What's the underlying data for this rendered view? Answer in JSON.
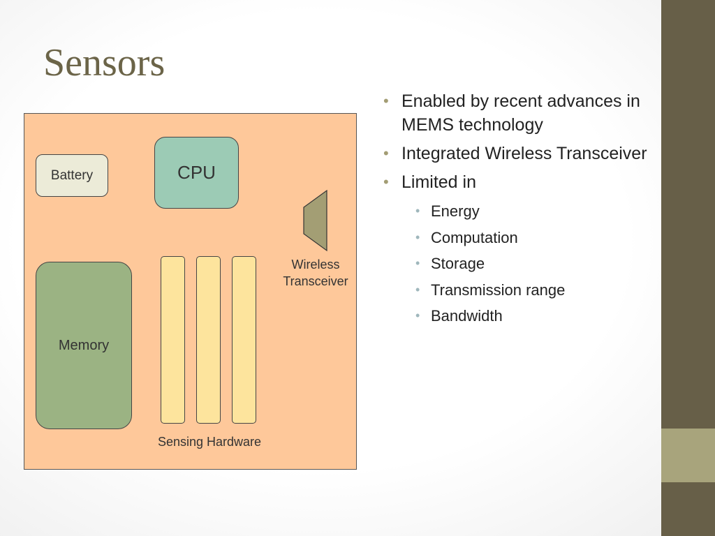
{
  "slide": {
    "title": "Sensors"
  },
  "diagram": {
    "battery_label": "Battery",
    "cpu_label": "CPU",
    "memory_label": "Memory",
    "sensing_label": "Sensing Hardware",
    "wireless_label_line1": "Wireless",
    "wireless_label_line2": "Transceiver"
  },
  "bullets": [
    {
      "text": "Enabled by recent advances in MEMS technology"
    },
    {
      "text": "Integrated Wireless Transceiver"
    },
    {
      "text": "Limited in",
      "sub": [
        "Energy",
        "Computation",
        "Storage",
        "Transmission range",
        "Bandwidth"
      ]
    }
  ],
  "colors": {
    "sidebar": "#675f48",
    "sidebar_accent": "#a8a47c",
    "board": "#fec89a",
    "battery": "#ecebd8",
    "cpu": "#9ccbb5",
    "memory": "#9bb383",
    "sensing_slot": "#fde49d",
    "antenna": "#a39e74"
  }
}
